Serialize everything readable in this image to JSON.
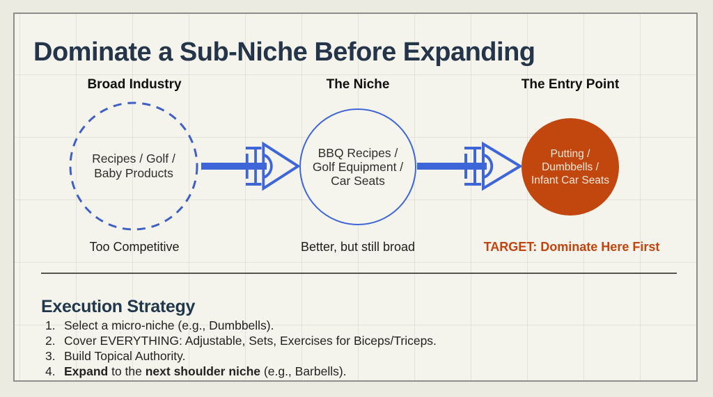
{
  "slide": {
    "title": "Dominate a Sub-Niche Before Expanding"
  },
  "diagram": {
    "stages": [
      {
        "label": "Broad Industry",
        "circle_style": "dashed-outline",
        "lines": [
          "Recipes / Golf /",
          "Baby Products"
        ],
        "caption": "Too Competitive"
      },
      {
        "label": "The Niche",
        "circle_style": "solid-outline",
        "lines": [
          "BBQ Recipes /",
          "Golf Equipment /",
          "Car Seats"
        ],
        "caption": "Better, but still broad"
      },
      {
        "label": "The Entry Point",
        "circle_style": "filled",
        "lines": [
          "Putting /",
          "Dumbbells /",
          "Infant Car Seats"
        ],
        "caption": "TARGET: Dominate Here First"
      }
    ]
  },
  "strategy": {
    "heading": "Execution Strategy",
    "items": [
      {
        "num": "1.",
        "segments": [
          {
            "text": "Select a micro-niche (e.g., Dumbbells).",
            "bold": false
          }
        ]
      },
      {
        "num": "2.",
        "segments": [
          {
            "text": "Cover EVERYTHING: Adjustable, Sets, Exercises for Biceps/Triceps.",
            "bold": false
          }
        ]
      },
      {
        "num": "3.",
        "segments": [
          {
            "text": "Build Topical Authority.",
            "bold": false
          }
        ]
      },
      {
        "num": "4.",
        "segments": [
          {
            "text": "Expand",
            "bold": true
          },
          {
            "text": " to the ",
            "bold": false
          },
          {
            "text": "next shoulder niche",
            "bold": true
          },
          {
            "text": " (e.g., Barbells).",
            "bold": false
          }
        ]
      }
    ]
  },
  "colors": {
    "accent_blue": "#3E66D9",
    "dashed_circle_blue": "#3D5FC6",
    "target_orange": "#C2470E",
    "heading_navy": "#24354A",
    "panel_background": "#F4F3EC"
  }
}
